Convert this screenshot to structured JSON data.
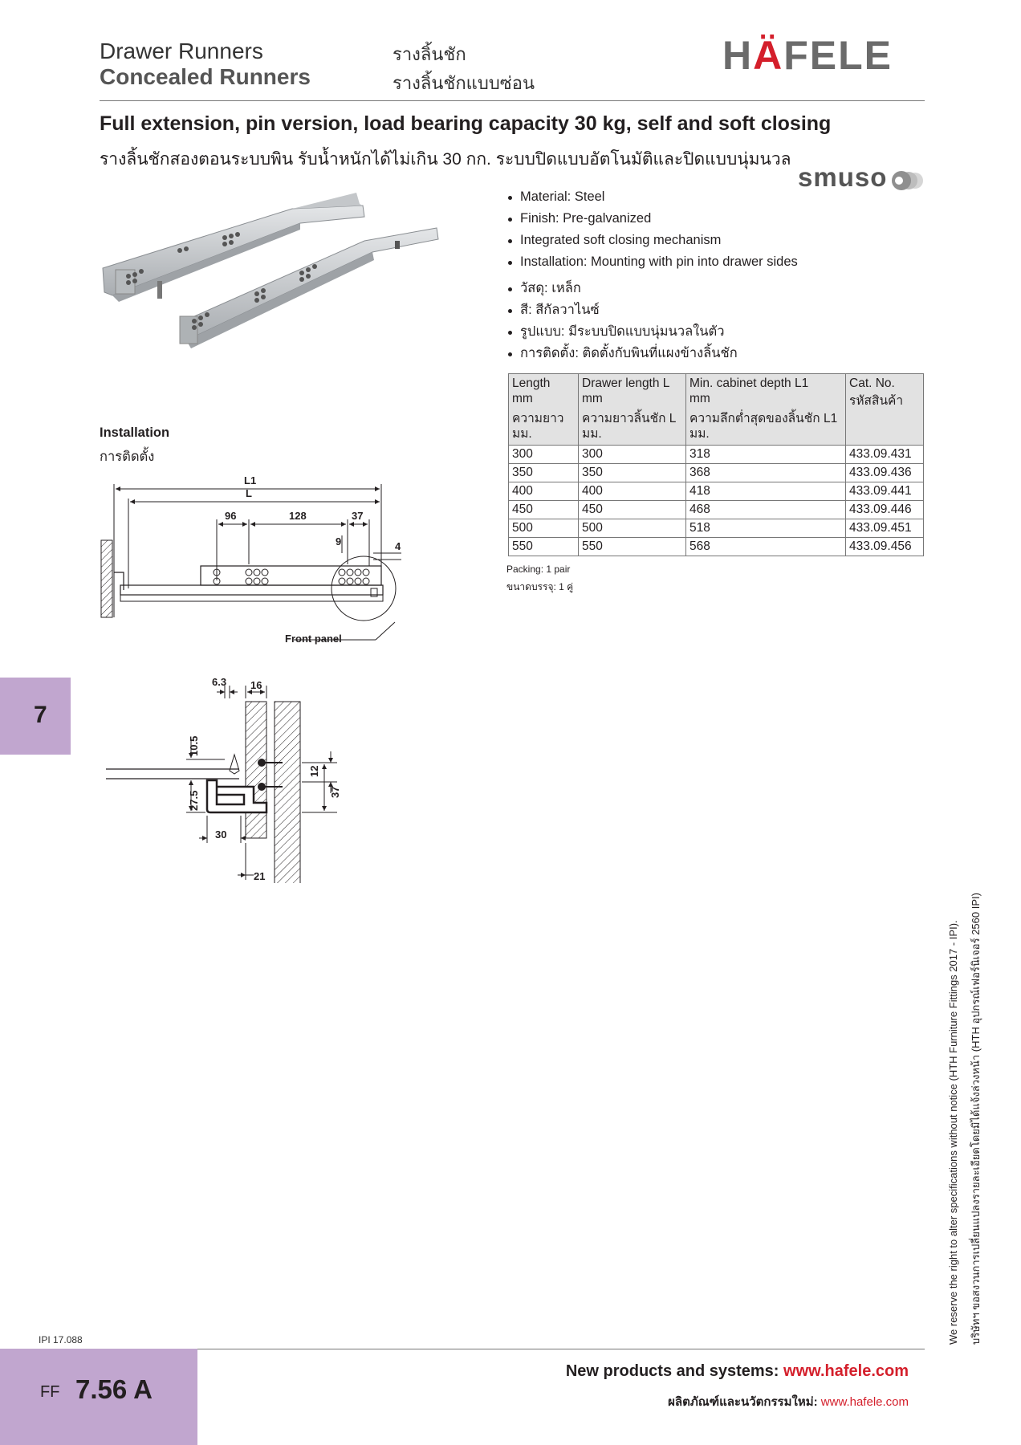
{
  "header": {
    "title_en_1": "Drawer Runners",
    "title_en_2": "Concealed Runners",
    "title_th_1": "รางลิ้นชัก",
    "title_th_2": "รางลิ้นชักแบบซ่อน",
    "logo_pre": "H",
    "logo_a": "Ä",
    "logo_post": "FELE"
  },
  "product": {
    "heading_en": "Full extension, pin version, load bearing capacity 30 kg, self and soft closing",
    "heading_th": "รางลิ้นชักสองตอนระบบพิน รับน้ำหนักได้ไม่เกิน 30 กก. ระบบปิดแบบอัตโนมัติและปิดแบบนุ่มนวล",
    "brand": "smuso"
  },
  "features_en": [
    "Material: Steel",
    "Finish: Pre-galvanized",
    "Integrated soft closing mechanism",
    "Installation: Mounting with pin into drawer sides"
  ],
  "features_th": [
    "วัสดุ: เหล็ก",
    "สี: สีกัลวาไนซ์",
    "รูปแบบ: มีระบบปิดแบบนุ่มนวลในตัว",
    "การติดตั้ง: ติดตั้งกับพินที่แผงข้างลิ้นชัก"
  ],
  "table": {
    "headers": [
      {
        "en": "Length",
        "unit": "mm",
        "th": "ความยาว",
        "th_unit": "มม."
      },
      {
        "en": "Drawer length L",
        "unit": "mm",
        "th": "ความยาวลิ้นชัก L",
        "th_unit": "มม."
      },
      {
        "en": "Min. cabinet depth L1",
        "unit": "mm",
        "th": "ความลึกต่ำสุดของลิ้นชัก L1",
        "th_unit": "มม."
      },
      {
        "en": "Cat. No.",
        "unit": "",
        "th": "รหัสสินค้า",
        "th_unit": ""
      }
    ],
    "rows": [
      [
        "300",
        "300",
        "318",
        "433.09.431"
      ],
      [
        "350",
        "350",
        "368",
        "433.09.436"
      ],
      [
        "400",
        "400",
        "418",
        "433.09.441"
      ],
      [
        "450",
        "450",
        "468",
        "433.09.446"
      ],
      [
        "500",
        "500",
        "518",
        "433.09.451"
      ],
      [
        "550",
        "550",
        "568",
        "433.09.456"
      ]
    ],
    "packing_en": "Packing: 1 pair",
    "packing_th": "ขนาดบรรจุ: 1 คู่"
  },
  "installation": {
    "title_en": "Installation",
    "title_th": "การติดตั้ง",
    "front_panel": "Front panel",
    "dims_top": {
      "L1": "L1",
      "L": "L",
      "d96": "96",
      "d128": "128",
      "d37": "37",
      "d9": "9",
      "d4": "4"
    },
    "dims_section": {
      "d6_3": "6.3",
      "d16": "16",
      "d10_5": "10.5",
      "d27_5": "27.5",
      "d30": "30",
      "d21": "21",
      "d12": "12",
      "d37": "37"
    }
  },
  "side_tab": "7",
  "footer": {
    "ipi": "IPI 17.088",
    "ff": "FF",
    "page": "7.56 A",
    "new_label": "New products and systems: ",
    "new_url": "www.hafele.com",
    "th_label": "ผลิตภัณฑ์และนวัตกรรมใหม่: ",
    "th_url": "www.hafele.com",
    "vertical_en": "We reserve the right to alter specifications without notice (HTH Furniture Fittings 2017 - IPI).",
    "vertical_th": "บริษัทฯ ขอสงวนการเปลี่ยนแปลงรายละเอียดโดยมิได้แจ้งล่วงหน้า (HTH อุปกรณ์เฟอร์นิเจอร์ 2560 IPI)"
  },
  "colors": {
    "brand_red": "#d41f2b",
    "tab_purple": "#c1a6cf",
    "table_header": "#e2e2e2"
  }
}
